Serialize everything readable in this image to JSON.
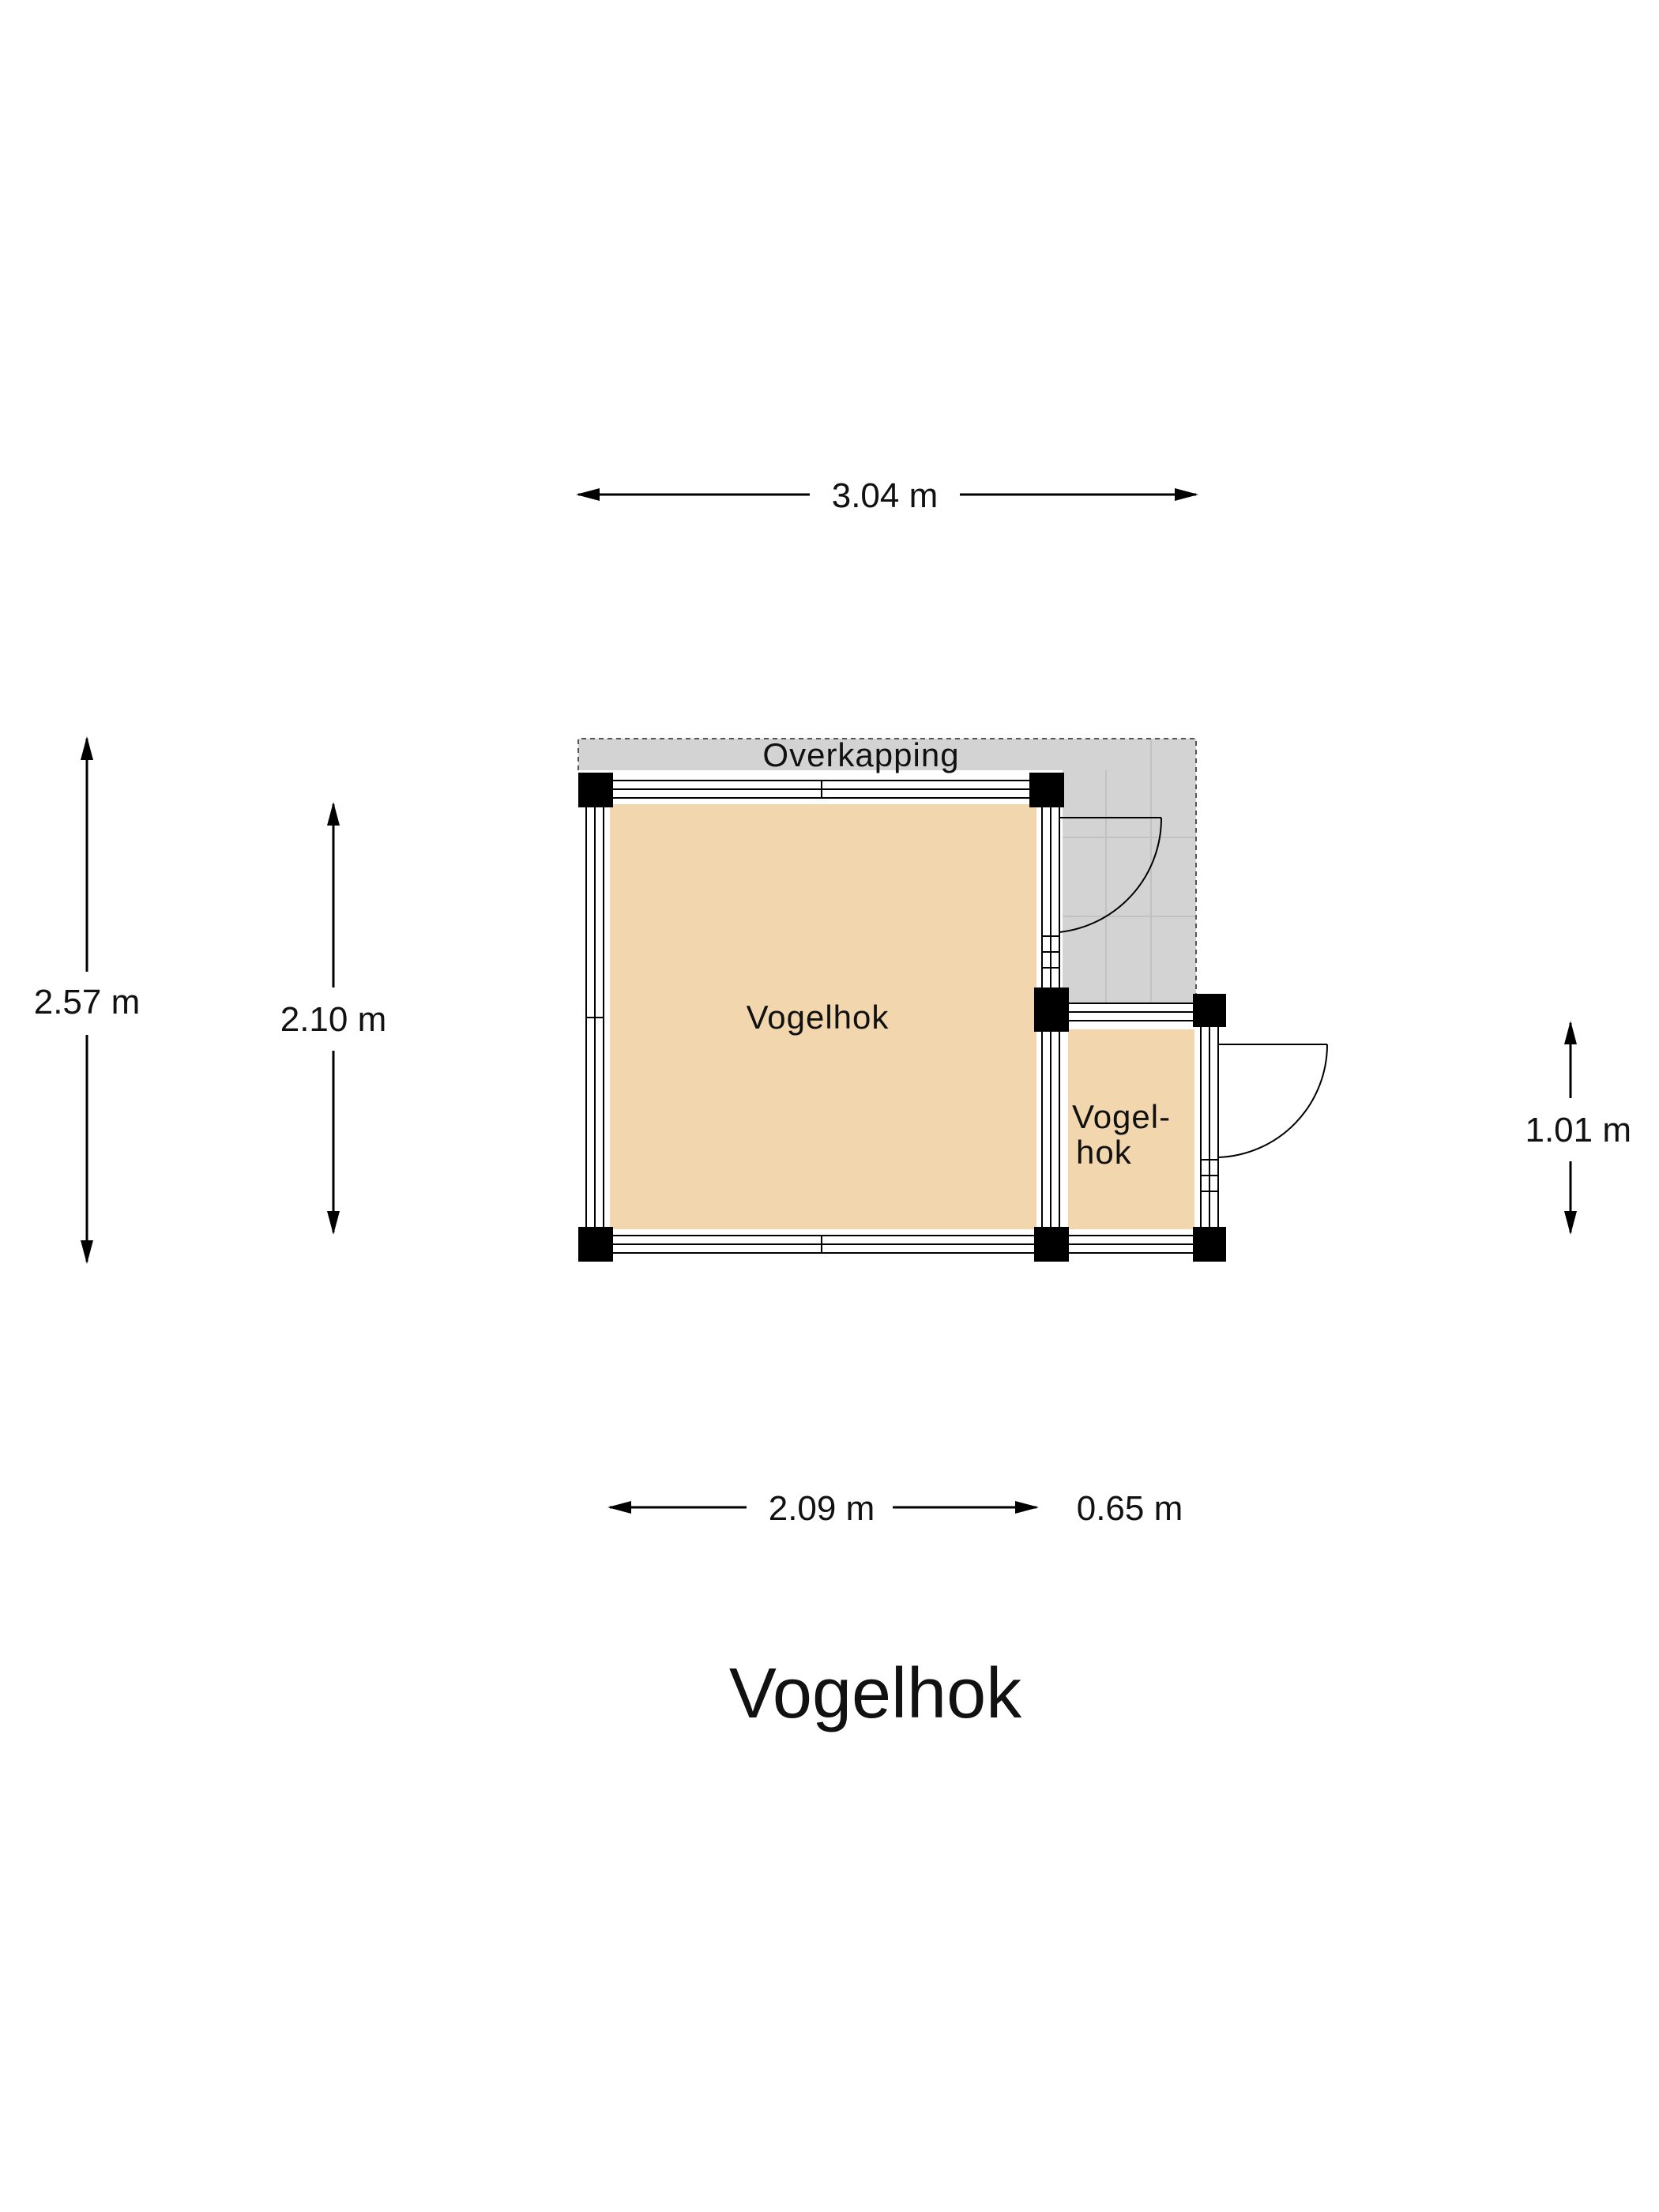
{
  "title": "Vogelhok",
  "rooms": {
    "overkapping": "Overkapping",
    "vogelhok_main": "Vogelhok",
    "vogelhok_small_line1": "Vogel-",
    "vogelhok_small_line2": "hok"
  },
  "dimensions": {
    "top_width": "3.04 m",
    "left_outer_height": "2.57 m",
    "left_inner_height": "2.10 m",
    "right_height": "1.01 m",
    "bottom_left_width": "2.09 m",
    "bottom_right_width": "0.65 m"
  },
  "colors": {
    "room_fill": "#f2d7ae",
    "covered_area": "#d3d3d3",
    "wall": "#000000",
    "background": "#ffffff"
  }
}
